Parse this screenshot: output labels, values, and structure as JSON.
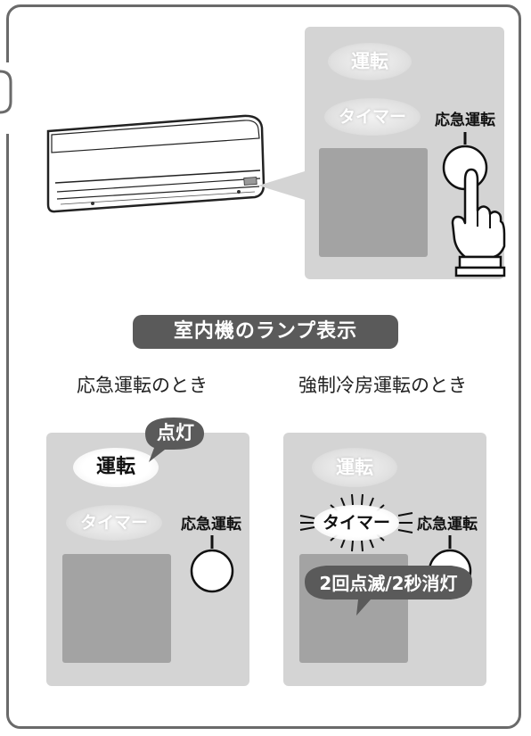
{
  "top_panel": {
    "lamp_operation": "運転",
    "lamp_timer": "タイマー",
    "button_label": "応急運転"
  },
  "heading": "室内機のランプ表示",
  "left_case": {
    "caption": "応急運転のとき",
    "callout": "点灯",
    "lamp_operation": "運転",
    "lamp_timer": "タイマー",
    "button_label": "応急運転"
  },
  "right_case": {
    "caption": "強制冷房運転のとき",
    "lamp_operation": "運転",
    "lamp_timer": "タイマー",
    "button_label": "応急運転",
    "callout": "2回点滅/2秒消灯"
  },
  "colors": {
    "panel": "#d4d4d4",
    "display": "#a3a3a3",
    "label_dark": "#5a5a5a",
    "frame": "#6a6a6a"
  }
}
